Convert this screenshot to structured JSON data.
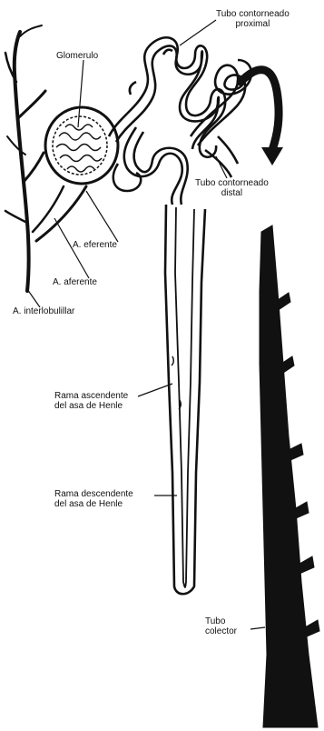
{
  "labels": {
    "proximal": "Tubo contorneado\nproximal",
    "glomerulo": "Glomerulo",
    "distal": "Tubo contorneado\ndistal",
    "eferente": "A. eferente",
    "aferente": "A. aferente",
    "interlobulillar": "A. interlobulillar",
    "ascendente": "Rama ascendente\ndel asa de Henle",
    "descendente": "Rama descendente\ndel asa de Henle",
    "colector": "Tubo\ncolector"
  },
  "colors": {
    "ink": "#111111",
    "paper": "#ffffff"
  }
}
